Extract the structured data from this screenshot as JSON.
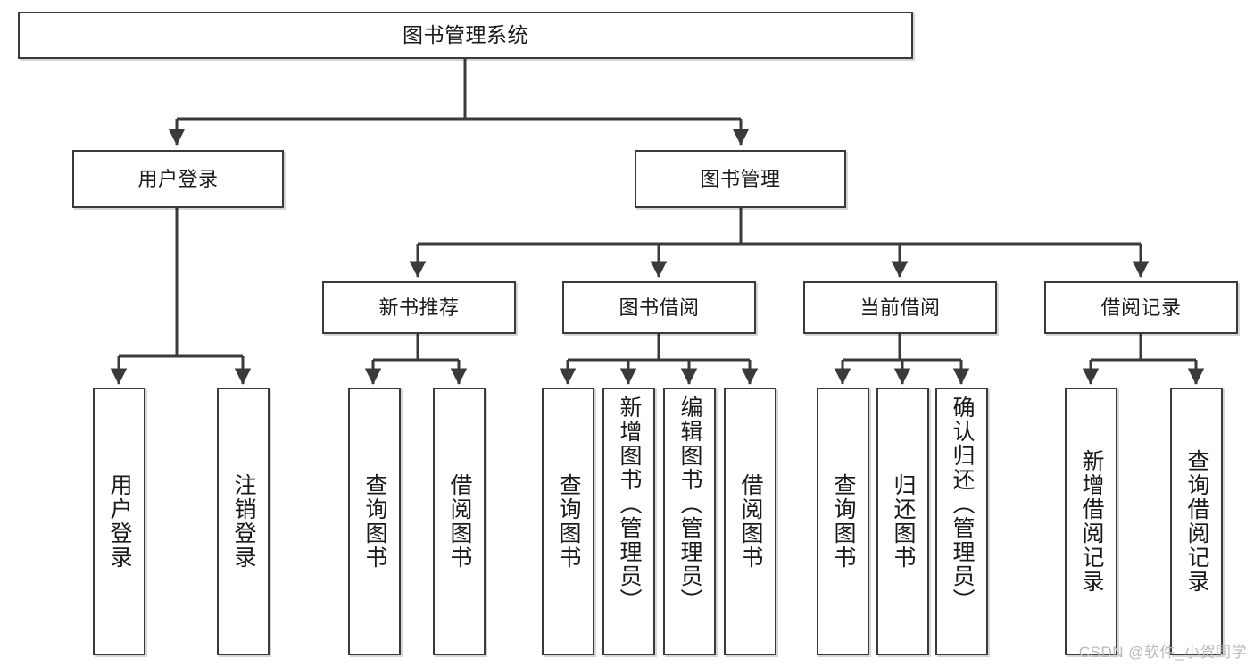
{
  "diagram": {
    "title": "图书管理系统",
    "type": "tree-hierarchy",
    "levels": 4,
    "colors": {
      "box_border": "#3a3a3a",
      "box_fill": "#ffffff",
      "edge": "#3a3a3a",
      "text": "#1a1a1a",
      "watermark": "#b9b9b9"
    },
    "nodes": {
      "root": {
        "label": "图书管理系统"
      },
      "level2": [
        {
          "id": "user-login",
          "label": "用户登录"
        },
        {
          "id": "book-management",
          "label": "图书管理"
        }
      ],
      "level3": [
        {
          "id": "new-book-recommend",
          "label": "新书推荐"
        },
        {
          "id": "book-borrow",
          "label": "图书借阅"
        },
        {
          "id": "current-borrow",
          "label": "当前借阅"
        },
        {
          "id": "borrow-record",
          "label": "借阅记录"
        }
      ],
      "leaves": {
        "user-login": [
          {
            "id": "leaf-user-login",
            "label": "用户登录"
          },
          {
            "id": "leaf-logout-login",
            "label": "注销登录"
          }
        ],
        "new-book-recommend": [
          {
            "id": "leaf-query-book-1",
            "label": "查询图书"
          },
          {
            "id": "leaf-borrow-book-1",
            "label": "借阅图书"
          }
        ],
        "book-borrow": [
          {
            "id": "leaf-query-book-2",
            "label": "查询图书"
          },
          {
            "id": "leaf-add-book",
            "label": "新增图书（管理员）"
          },
          {
            "id": "leaf-edit-book",
            "label": "编辑图书（管理员）"
          },
          {
            "id": "leaf-borrow-book-2",
            "label": "借阅图书"
          }
        ],
        "current-borrow": [
          {
            "id": "leaf-query-book-3",
            "label": "查询图书"
          },
          {
            "id": "leaf-return-book",
            "label": "归还图书"
          },
          {
            "id": "leaf-confirm-return",
            "label": "确认归还（管理员）"
          }
        ],
        "borrow-record": [
          {
            "id": "leaf-add-record",
            "label": "新增借阅记录"
          },
          {
            "id": "leaf-query-record",
            "label": "查询借阅记录"
          }
        ]
      }
    },
    "watermark": "CSDN @软件_小贺同学"
  }
}
